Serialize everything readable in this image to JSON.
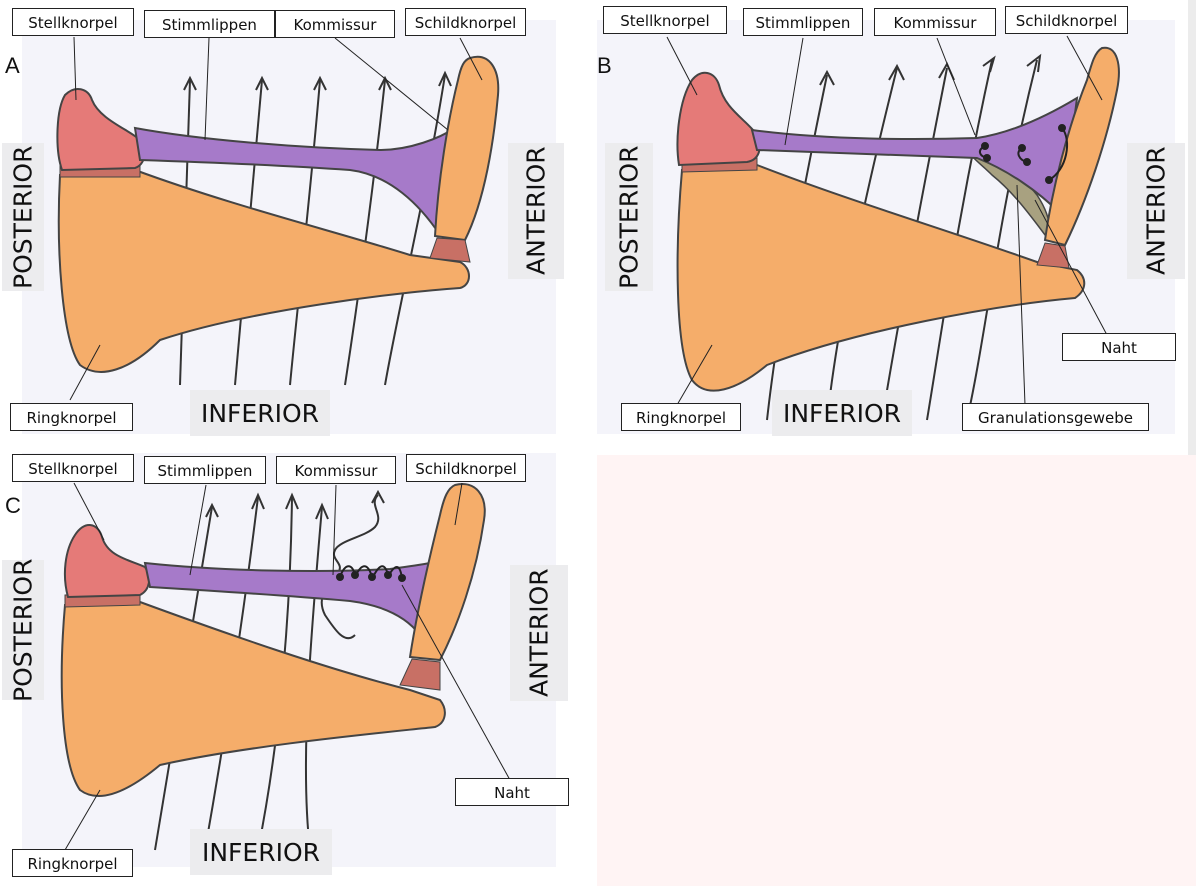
{
  "panels": [
    {
      "letter": "A",
      "labels": {
        "stellknorpel": "Stellknorpel",
        "stimmlippen": "Stimmlippen",
        "kommissur": "Kommissur",
        "schildknorpel": "Schildknorpel",
        "ringknorpel": "Ringknorpel"
      },
      "directions": {
        "posterior": "POSTERIOR",
        "anterior": "ANTERIOR",
        "inferior": "INFERIOR"
      }
    },
    {
      "letter": "B",
      "labels": {
        "stellknorpel": "Stellknorpel",
        "stimmlippen": "Stimmlippen",
        "kommissur": "Kommissur",
        "schildknorpel": "Schildknorpel",
        "ringknorpel": "Ringknorpel",
        "naht": "Naht",
        "granulationsgewebe": "Granulationsgewebe"
      },
      "directions": {
        "posterior": "POSTERIOR",
        "anterior": "ANTERIOR",
        "inferior": "INFERIOR"
      }
    },
    {
      "letter": "C",
      "labels": {
        "stellknorpel": "Stellknorpel",
        "stimmlippen": "Stimmlippen",
        "kommissur": "Kommissur",
        "schildknorpel": "Schildknorpel",
        "ringknorpel": "Ringknorpel",
        "naht": "Naht"
      },
      "directions": {
        "posterior": "POSTERIOR",
        "anterior": "ANTERIOR",
        "inferior": "INFERIOR"
      }
    }
  ],
  "colors": {
    "cartilage_orange": "#f5ad6a",
    "arytenoid_red": "#e57a78",
    "vocal_fold_purple": "#a67ac9",
    "granulation_olive": "#a8a180",
    "joint_brown": "#c87065"
  }
}
